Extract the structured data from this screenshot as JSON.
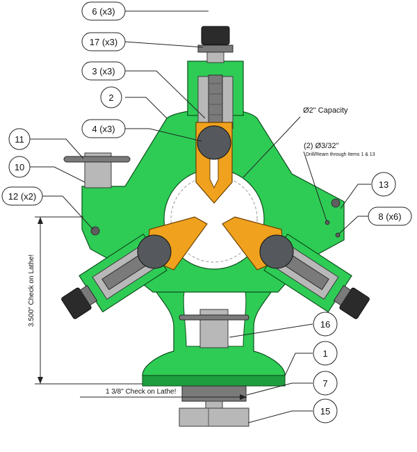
{
  "callouts": {
    "c6": "6 (x3)",
    "c17": "17 (x3)",
    "c3": "3 (x3)",
    "c2": "2",
    "c4": "4 (x3)",
    "c11": "11",
    "c10": "10",
    "c12": "12 (x2)",
    "c13": "13",
    "c8": "8 (x6)",
    "c16": "16",
    "c1": "1",
    "c7": "7",
    "c15": "15"
  },
  "notes": {
    "capacity": "Ø2\" Capacity",
    "drill_line1": "(2) Ø3/32\"",
    "drill_line2": "Drill/Ream through Items 1 & 13",
    "height_check": "3.500\" Check on Lathe!",
    "width_check": "1 3/8\" Check on Lathe!"
  },
  "colors": {
    "body": "#2ecc55",
    "jaw": "#f0a21e",
    "steel": "#b8b8b8",
    "knob": "#2b2b2b"
  }
}
